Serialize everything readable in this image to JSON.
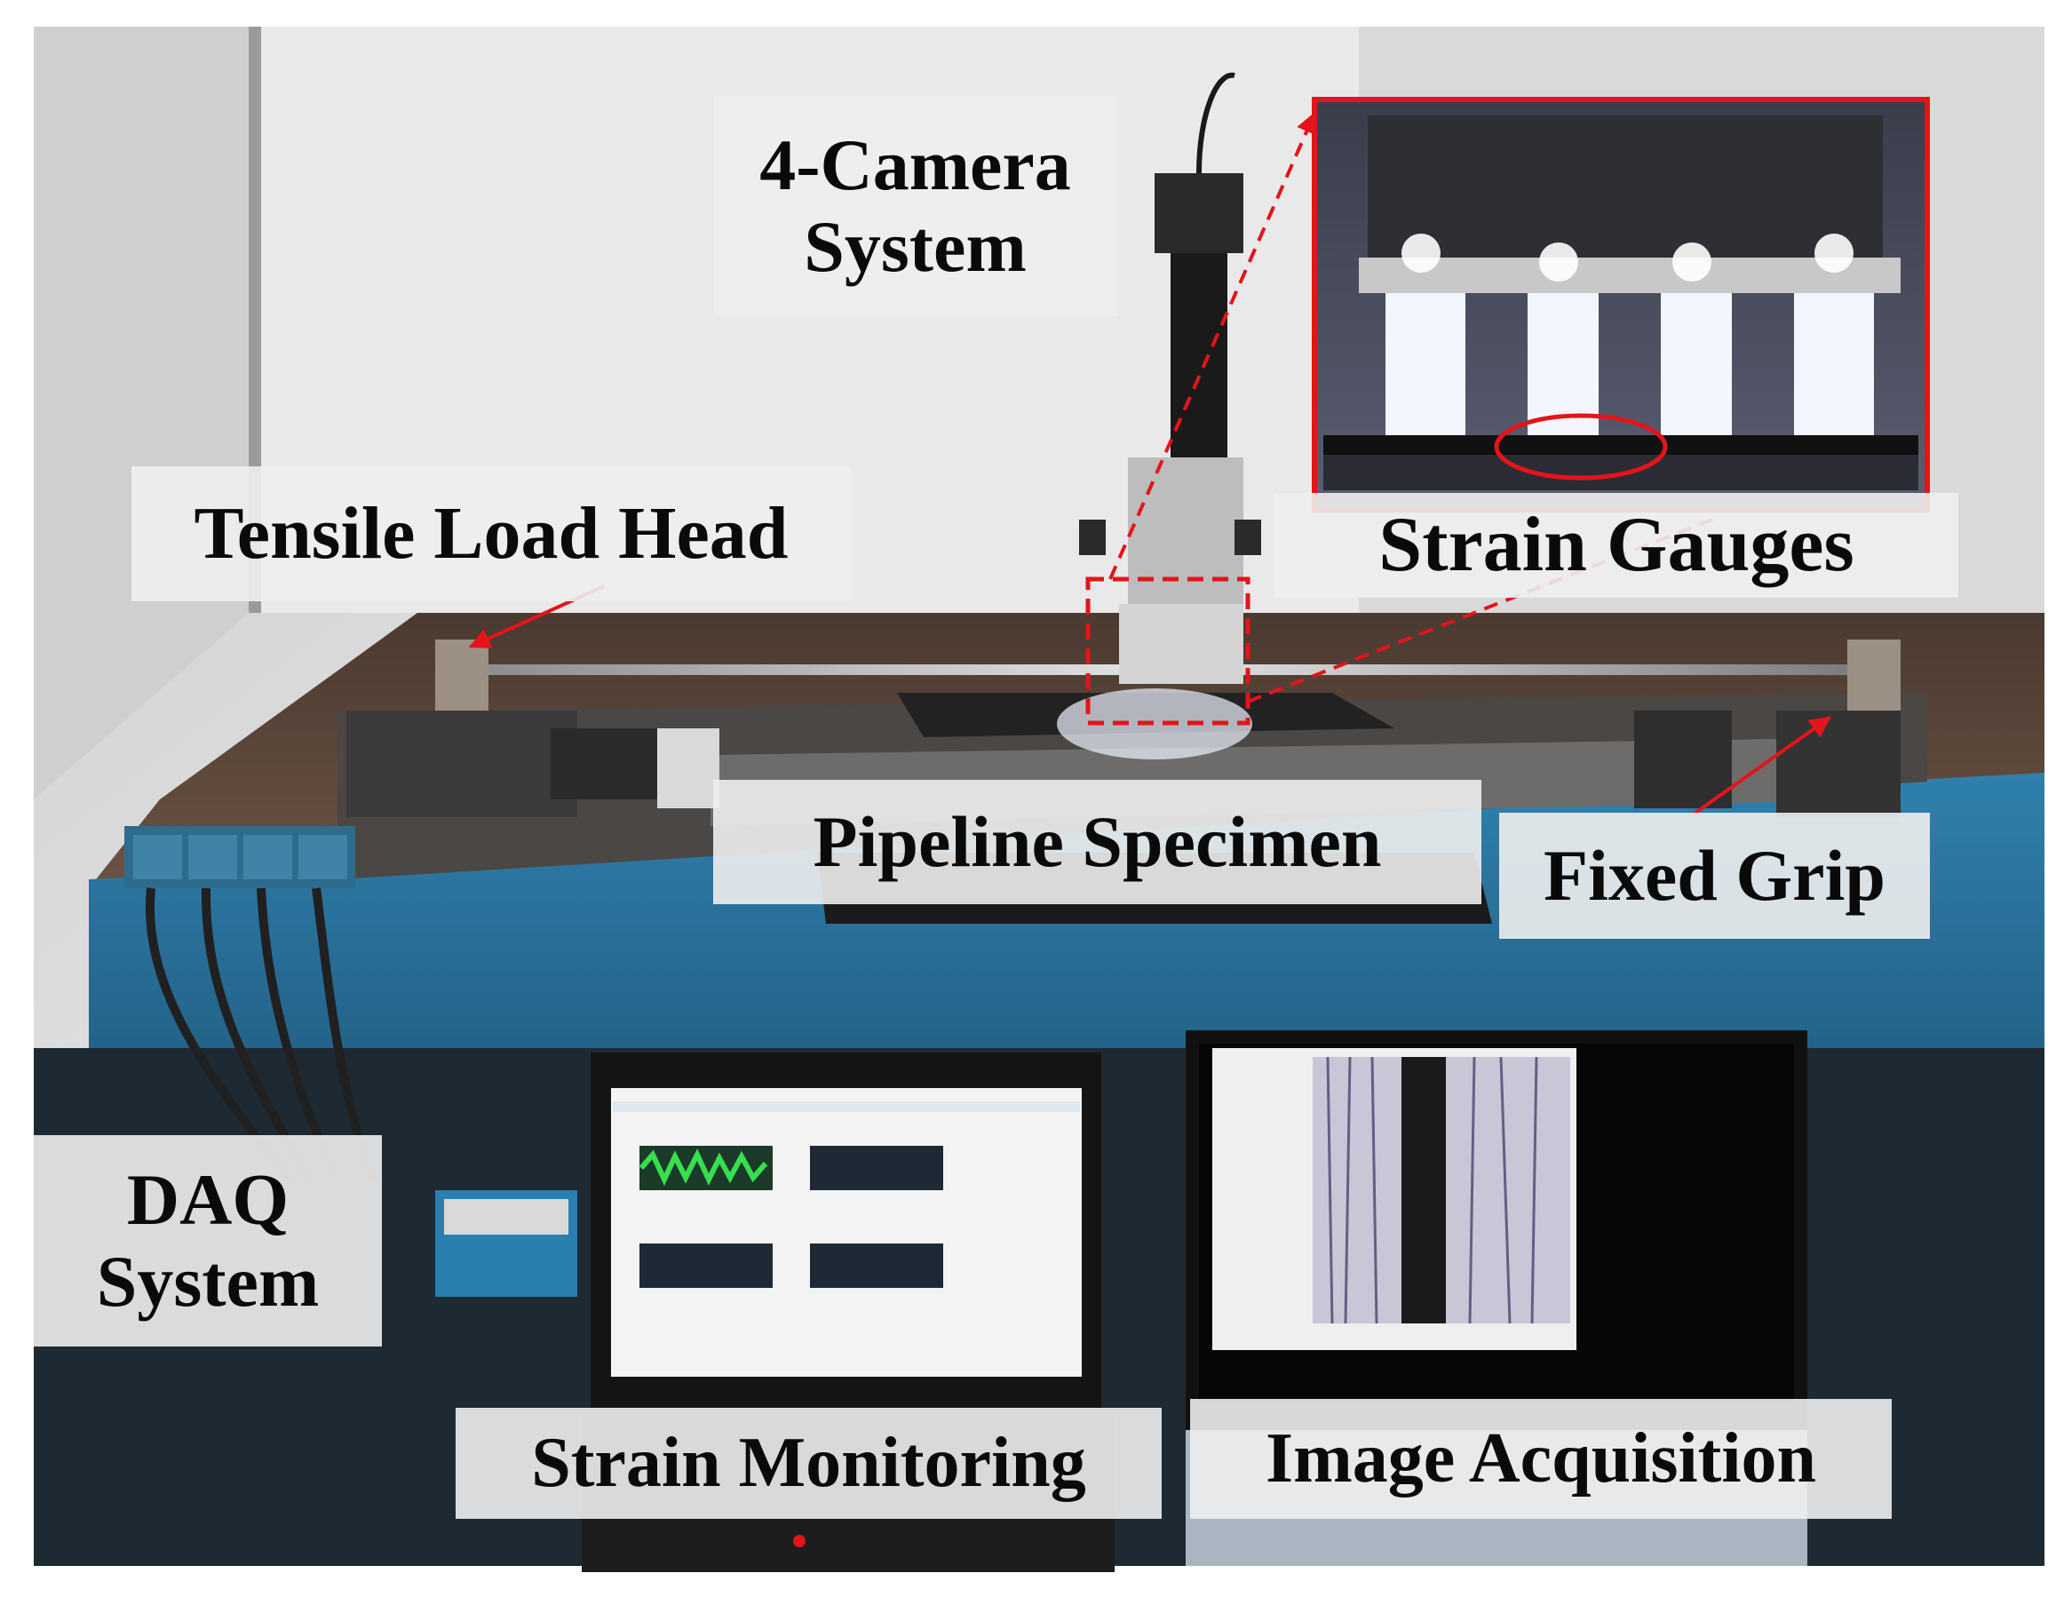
{
  "labels": {
    "camera_line1": "4-Camera",
    "camera_line2": "System",
    "tensile": "Tensile Load Head",
    "strain_gauges": "Strain Gauges",
    "pipeline": "Pipeline Specimen",
    "fixed_grip": "Fixed Grip",
    "daq_line1": "DAQ",
    "daq_line2": "System",
    "strain_monitoring": "Strain Monitoring",
    "image_acquisition": "Image Acquisition"
  },
  "colors": {
    "annotation_red": "#e3141b",
    "table_blue": "#2a6f99",
    "table_top_brown": "#5a4538",
    "wall": "#dcdcdc",
    "label_bg": "#eeeeee"
  }
}
